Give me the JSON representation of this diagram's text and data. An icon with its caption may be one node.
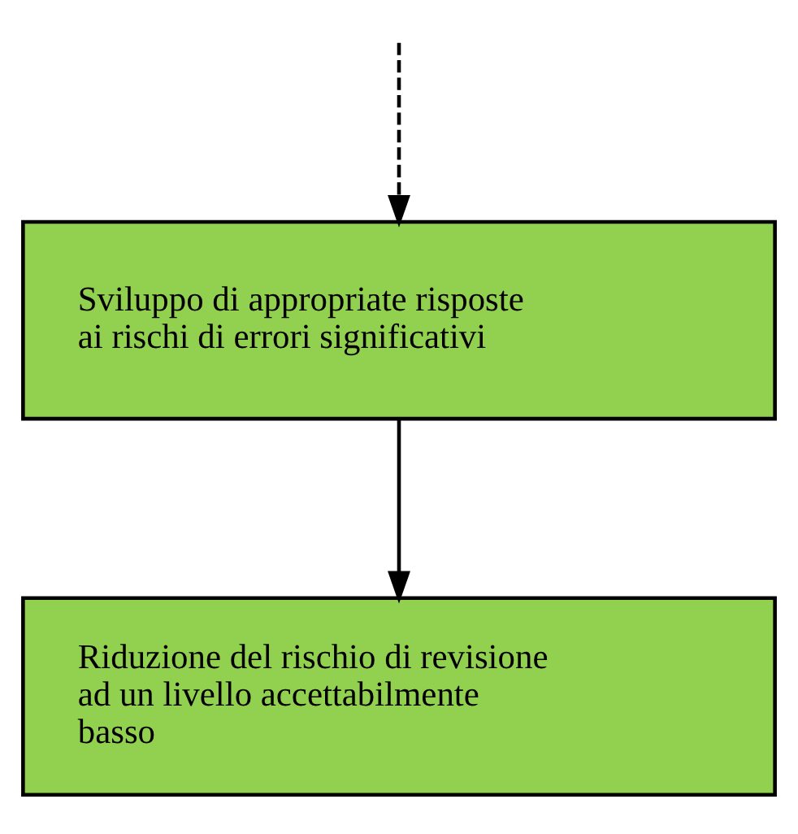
{
  "diagram": {
    "nodes": [
      {
        "text": [
          "Sviluppo di appropriate risposte ai rischi di errori significativi"
        ]
      },
      {
        "text": [
          "Riduzione del rischio di revisione ad un livello accettabilmente basso"
        ]
      }
    ],
    "edges": [
      {
        "from": null,
        "to": 0,
        "arrow": "to",
        "style": "dashed"
      },
      {
        "from": 0,
        "to": 1,
        "arrow": "to"
      }
    ]
  }
}
